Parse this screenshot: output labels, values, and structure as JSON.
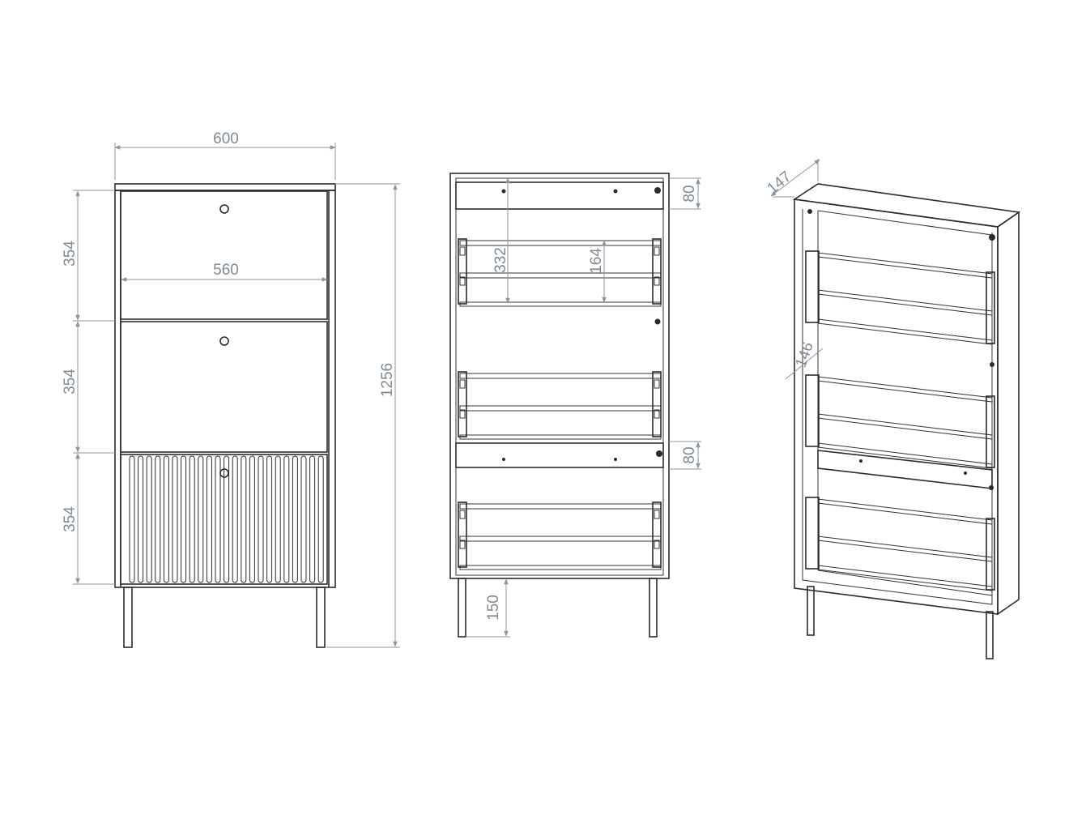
{
  "dimensions": {
    "width_total": "600",
    "width_inner": "560",
    "height_total": "1256",
    "compartment_1": "354",
    "compartment_2": "354",
    "compartment_3": "354",
    "inner_height": "332",
    "shelf_spacing": "164",
    "top_panel": "80",
    "mid_panel": "80",
    "leg_height": "150",
    "depth": "147",
    "shelf_depth": "146"
  },
  "colors": {
    "line": "#2b2b2b",
    "dimension": "#8a96a0"
  }
}
